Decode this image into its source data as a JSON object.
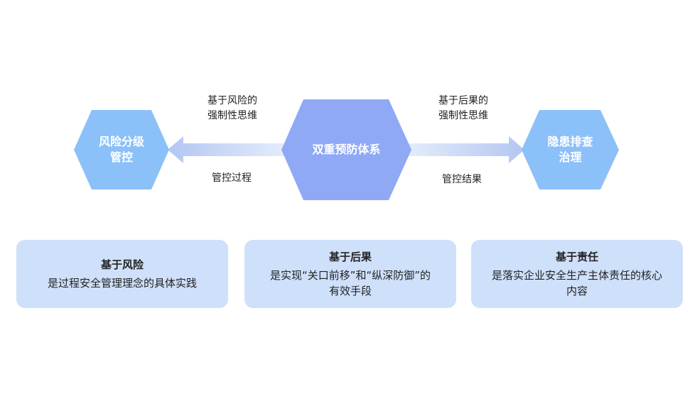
{
  "diagram": {
    "center_node": {
      "label": "双重预防体系"
    },
    "left_node": {
      "label": "风险分级\n管控"
    },
    "right_node": {
      "label": "隐患排查\n治理"
    },
    "left_arrow": {
      "label_above": "基于风险的\n强制性思维",
      "label_below": "管控过程"
    },
    "right_arrow": {
      "label_above": "基于后果的\n强制性思维",
      "label_below": "管控结果"
    },
    "colors": {
      "center_hex": "#8fa9f5",
      "side_hex": "#8cc0f8",
      "arrow": "#c6d6f5",
      "card_bg": "#cfe0fb"
    }
  },
  "cards": [
    {
      "title": "基于风险",
      "body": "是过程安全管理理念的具体实践"
    },
    {
      "title": "基于后果",
      "body": "是实现“关口前移”和“纵深防御”的有效手段"
    },
    {
      "title": "基于责任",
      "body": "是落实企业安全生产主体责任的核心内容"
    }
  ]
}
